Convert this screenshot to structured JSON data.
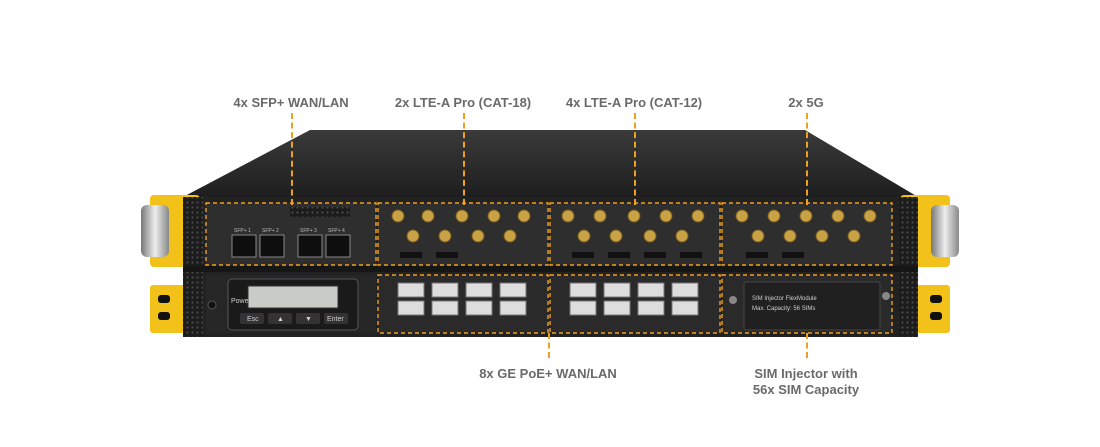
{
  "callouts": {
    "sfp": "4x SFP+ WAN/LAN",
    "lte18": "2x LTE-A Pro (CAT-18)",
    "lte12": "4x LTE-A Pro (CAT-12)",
    "fiveg": "2x 5G",
    "ge": "8x GE PoE+ WAN/LAN",
    "sim_line1": "SIM Injector with",
    "sim_line2": "56x SIM Capacity"
  },
  "front_panel": {
    "power_label": "Power",
    "buttons": [
      "Esc",
      "▲",
      "▼",
      "Enter"
    ],
    "sfp_ports": [
      "SFP+ 1",
      "SFP+ 2",
      "SFP+ 3",
      "SFP+ 4"
    ],
    "sim_module_title": "SIM Injector FlexModule",
    "sim_module_capacity": "Max. Capacity: 56 SIMs"
  },
  "colors": {
    "accent": "#f0a020",
    "chassis": "#2a2a2a",
    "bracket": "#f2c21a",
    "callout_text": "#6a6a6a"
  }
}
